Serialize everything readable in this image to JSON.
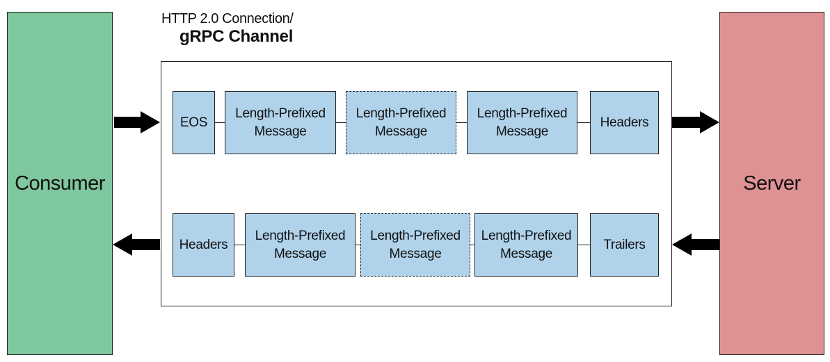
{
  "colors": {
    "consumer_fill": "#7fc79e",
    "server_fill": "#df9293",
    "message_fill": "#b0d2ea",
    "outline": "#222222",
    "arrow": "#000000"
  },
  "consumer": {
    "label": "Consumer"
  },
  "server": {
    "label": "Server"
  },
  "connection": {
    "line1": "HTTP 2.0 Connection/",
    "line2": "gRPC Channel"
  },
  "request_stream": {
    "direction": "consumer-to-server",
    "items": [
      {
        "line1": "EOS",
        "line2": "",
        "dashed": false
      },
      {
        "line1": "Length-Prefixed",
        "line2": "Message",
        "dashed": false
      },
      {
        "line1": "Length-Prefixed",
        "line2": "Message",
        "dashed": true
      },
      {
        "line1": "Length-Prefixed",
        "line2": "Message",
        "dashed": false
      },
      {
        "line1": "Headers",
        "line2": "",
        "dashed": false
      }
    ]
  },
  "response_stream": {
    "direction": "server-to-consumer",
    "items": [
      {
        "line1": "Headers",
        "line2": "",
        "dashed": false
      },
      {
        "line1": "Length-Prefixed",
        "line2": "Message",
        "dashed": false
      },
      {
        "line1": "Length-Prefixed",
        "line2": "Message",
        "dashed": true
      },
      {
        "line1": "Length-Prefixed",
        "line2": "Message",
        "dashed": false
      },
      {
        "line1": "Trailers",
        "line2": "",
        "dashed": false
      }
    ]
  },
  "icons": {
    "request_in": "arrow-right-icon",
    "request_out": "arrow-right-icon",
    "response_in": "arrow-left-icon",
    "response_out": "arrow-left-icon"
  }
}
